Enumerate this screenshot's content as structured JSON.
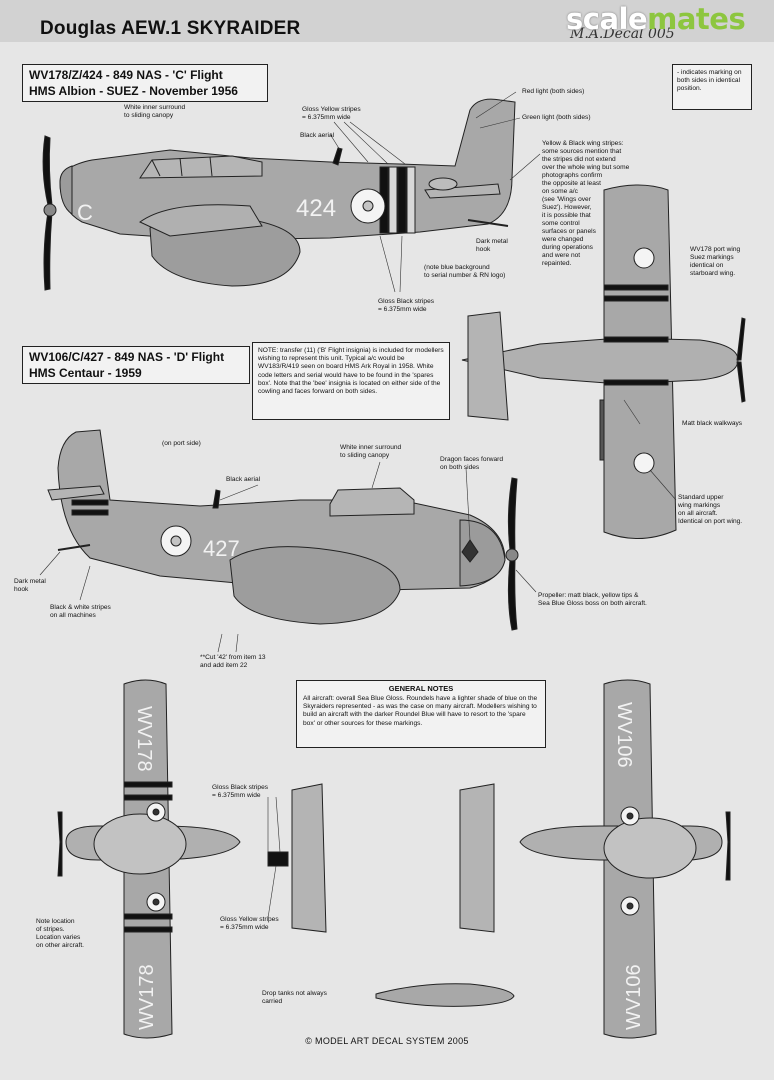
{
  "header": {
    "title": "Douglas AEW.1 SKYRAIDER",
    "handwritten": "M.A.Decal 005",
    "watermark_a": "scale",
    "watermark_b": "mates"
  },
  "legend_note": "- indicates marking on both sides in identical position.",
  "aircraft1": {
    "line1": "WV178/Z/424 - 849 NAS - 'C' Flight",
    "line2": "HMS Albion - SUEZ - November 1956",
    "code": "424",
    "letter": "C"
  },
  "aircraft2": {
    "line1": "WV106/C/427 - 849 NAS - 'D' Flight",
    "line2": "HMS Centaur - 1959",
    "code": "427"
  },
  "notes": {
    "transfer": "NOTE: transfer (11) ('B' Flight insignia) is included for modellers wishing to represent this unit. Typical a/c would be WV183/R/419 seen on board HMS Ark Royal in 1958. White code letters and serial would have to be found in the 'spares box'. Note that the 'bee' insignia is located on either side of the cowling and faces forward on both sides.",
    "general_title": "GENERAL NOTES",
    "general_body": "All aircraft: overall Sea Blue Gloss. Roundels have a lighter shade of blue on the Skyraiders represented - as was the case on many aircraft. Modellers wishing to build an aircraft with the darker Roundel Blue will have to resort to the 'spare box' or other sources for these markings."
  },
  "callouts": {
    "white_inner_1": "White inner surround\nto sliding canopy",
    "gloss_yellow_1": "Gloss Yellow stripes\n= 6.375mm wide",
    "black_aerial_1": "Black aerial",
    "red_light": "Red light (both sides)",
    "green_light": "Green light (both sides)",
    "yb_stripes": "Yellow & Black wing stripes:\nsome sources mention that\nthe stripes did not extend\nover the whole wing but some\nphotographs confirm\nthe opposite at least\non some a/c\n(see 'Wings over\nSuez'). However,\nit is possible that\nsome control\nsurfaces or panels\nwere changed\nduring operations\nand were not\nrepainted.",
    "dark_hook_1": "Dark metal\nhook",
    "blue_bg": "(note blue background\nto serial number & RN logo)",
    "gloss_black_1": "Gloss Black stripes\n= 6.375mm wide",
    "port_wing": "WV178 port wing\nSuez markings\nidentical on\nstarboard wing.",
    "walkways": "Matt black walkways",
    "std_upper": "Standard upper\nwing markings\non all aircraft.\nIdentical on port wing.",
    "on_port": "(on port side)",
    "black_aerial_2": "Black aerial",
    "white_inner_2": "White inner surround\nto sliding canopy",
    "dragon": "Dragon faces forward\non both sides",
    "dark_hook_2": "Dark metal\nhook",
    "bw_stripes": "Black & white stripes\non all machines",
    "cut": "**Cut '42' from item 13\nand add item 22",
    "propeller": "Propeller: matt black, yellow tips &\nSea Blue Gloss boss on both aircraft.",
    "gloss_black_2": "Gloss Black stripes\n= 6.375mm wide",
    "gloss_yellow_2": "Gloss Yellow stripes\n= 6.375mm wide",
    "note_location": "Note location\nof stripes.\nLocation varies\non other aircraft.",
    "drop_tanks": "Drop tanks not always\ncarried"
  },
  "underside": {
    "left_serial": "WV178",
    "right_serial": "WV106"
  },
  "footer": "© MODEL ART DECAL SYSTEM 2005",
  "colors": {
    "sheet": "#e6e6e6",
    "aircraft": "#a8a8a8",
    "outline": "#222222",
    "watermark_green": "#8dc63f"
  }
}
